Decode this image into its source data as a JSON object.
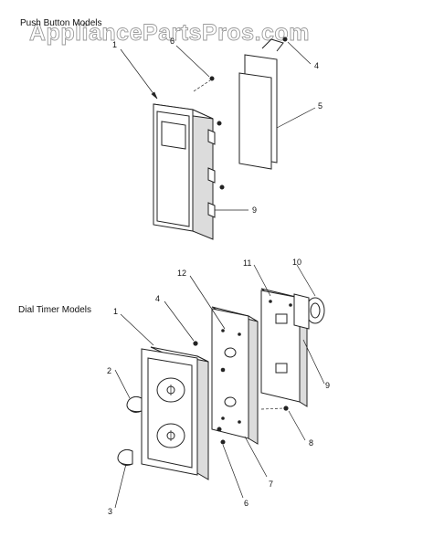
{
  "watermark": "AppliancePartsPros.com",
  "sections": {
    "push_button": "Push Button Models",
    "dial_timer": "Dial Timer Models"
  },
  "callouts": {
    "push_button": [
      "1",
      "6",
      "4",
      "5",
      "9"
    ],
    "dial_timer": [
      "12",
      "11",
      "10",
      "4",
      "1",
      "2",
      "9",
      "8",
      "7",
      "6",
      "3"
    ]
  }
}
